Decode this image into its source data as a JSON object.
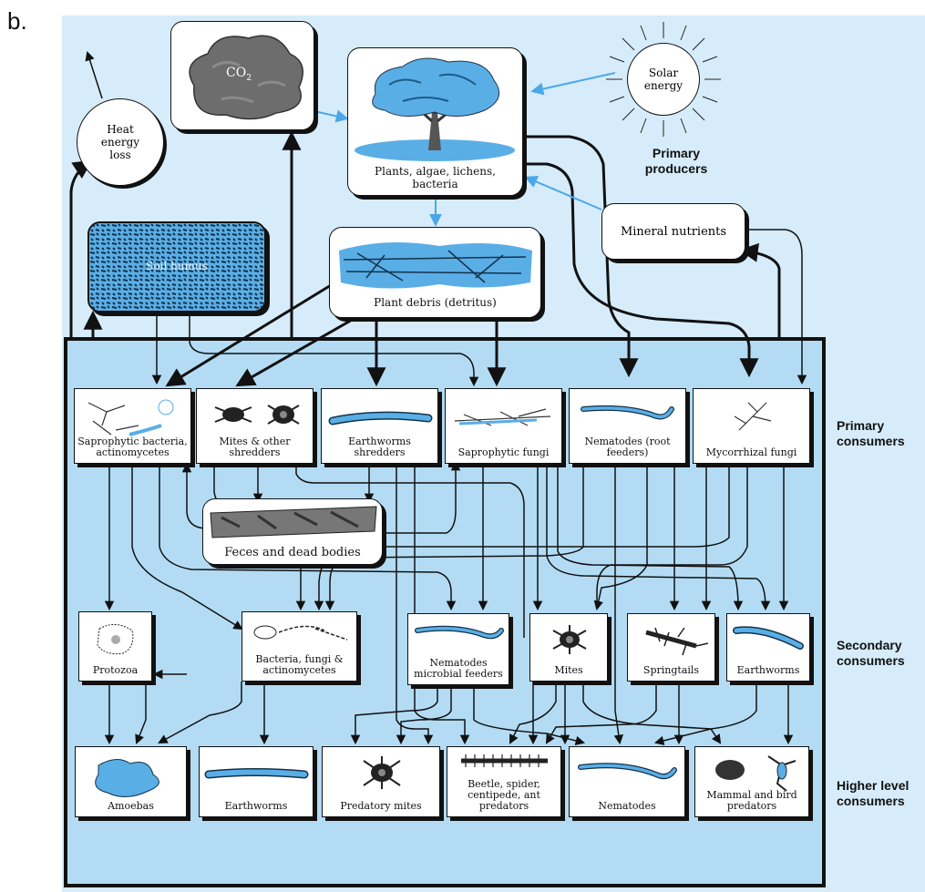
{
  "figure_label": "b.",
  "heat_loss": "Heat energy loss",
  "co2": "CO",
  "co2_sub": "2",
  "solar": "Solar energy",
  "plants": "Plants, algae, lichens, bacteria",
  "primary_producers": "Primary producers",
  "mineral": "Mineral nutrients",
  "soil_humus": "Soil humus",
  "plant_debris": "Plant debris (detritus)",
  "primary_nodes": [
    "Saprophytic bacteria, actinomycetes",
    "Mites & other shredders",
    "Earthworms shredders",
    "Saprophytic fungi",
    "Nematodes (root feeders)",
    "Mycorrhizal fungi"
  ],
  "feces": "Feces and dead bodies",
  "secondary_nodes": [
    "Protozoa",
    "Bacteria, fungi & actinomycetes",
    "Nematodes microbial feeders",
    "Mites",
    "Springtails",
    "Earthworms"
  ],
  "higher_nodes": [
    "Amoebas",
    "Earthworms",
    "Predatory mites",
    "Beetle, spider, centipede, ant predators",
    "Nematodes",
    "Mammal and bird predators"
  ],
  "level_labels": {
    "primary": "Primary consumers",
    "secondary": "Secondary consumers",
    "higher": "Higher level consumers"
  },
  "colors": {
    "panel": "#d6ecfa",
    "subpanel": "#b3dcf4",
    "blue_arrow": "#4aa8e8",
    "black_arrow": "#111111",
    "organism_blue": "#5aaee6"
  }
}
